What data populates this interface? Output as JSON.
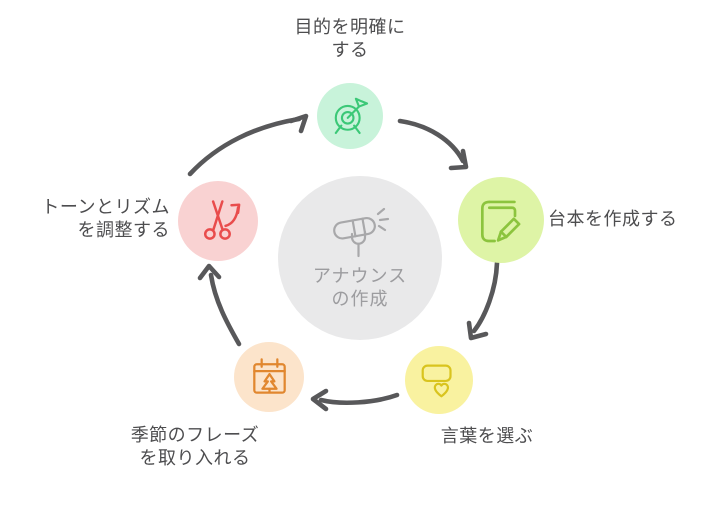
{
  "diagram": {
    "type": "cycle",
    "center": {
      "label_lines": [
        "アナウンス",
        "の作成"
      ],
      "icon": "megaphone-icon",
      "bg_color": "#e9e9ea",
      "icon_color": "#a8a8aa",
      "text_color": "#9c9c9f"
    },
    "steps": [
      {
        "name": "clarify-purpose",
        "label_lines": [
          "目的を明確に",
          "する"
        ],
        "icon": "dartboard-target-icon",
        "bg_color": "#c8f3da",
        "icon_color": "#3bc877"
      },
      {
        "name": "create-script",
        "label_lines": [
          "台本を作成する"
        ],
        "icon": "notebook-pencil-icon",
        "bg_color": "#def4a6",
        "icon_color": "#8cc43e"
      },
      {
        "name": "choose-words",
        "label_lines": [
          "言葉を選ぶ"
        ],
        "icon": "speech-bubble-heart-icon",
        "bg_color": "#f9f2a0",
        "icon_color": "#d9c41e"
      },
      {
        "name": "seasonal-phrases",
        "label_lines": [
          "季節のフレーズ",
          "を取り入れる"
        ],
        "icon": "calendar-tree-icon",
        "bg_color": "#fce4cb",
        "icon_color": "#e1872f"
      },
      {
        "name": "adjust-tone",
        "label_lines": [
          "トーンとリズム",
          "を調整する"
        ],
        "icon": "scissors-arrow-icon",
        "bg_color": "#f9d2d2",
        "icon_color": "#e94c4c"
      }
    ],
    "arrow_color": "#58585a",
    "label_color": "#4d4d4f"
  }
}
